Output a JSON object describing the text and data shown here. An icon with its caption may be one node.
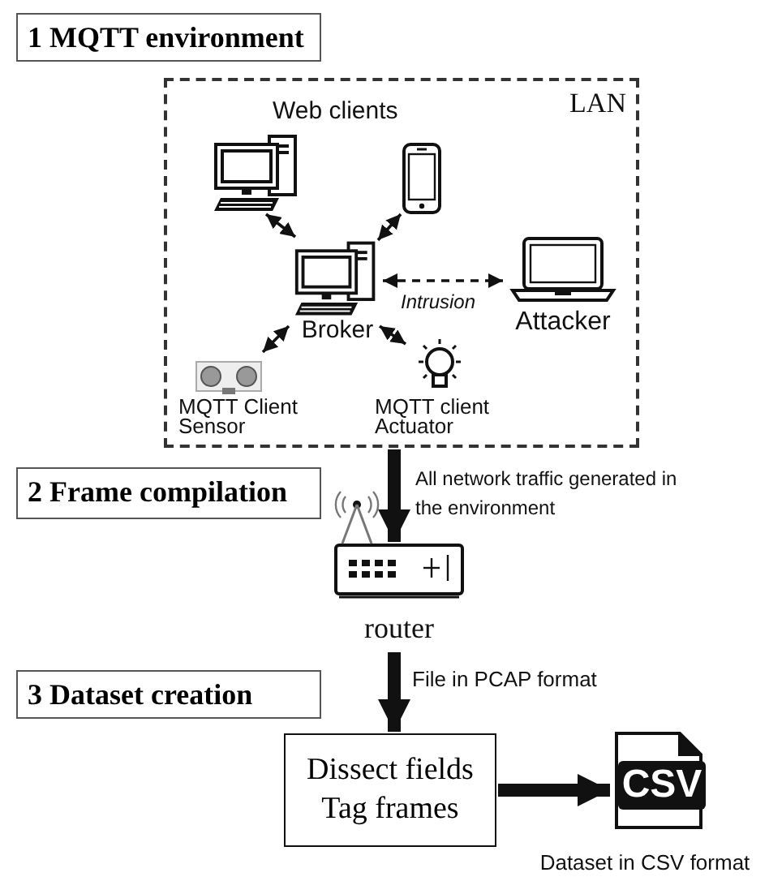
{
  "diagram": {
    "nodes": [
      {
        "text": [
          "1 MQTT environment"
        ]
      },
      {
        "text": [
          "LAN"
        ]
      },
      {
        "text": [],
        "shape": "picture",
        "in": 1
      },
      {
        "text": [],
        "shape": "picture",
        "in": 1
      },
      {
        "text": [
          "Broker"
        ],
        "in": 1
      },
      {
        "text": [
          "Attacker"
        ],
        "in": 1
      },
      {
        "text": [
          "MQTT Client Sensor"
        ],
        "in": 1
      },
      {
        "text": [
          "MQTT client Actuator"
        ],
        "in": 1
      },
      {
        "text": [
          "2 Frame compilation"
        ]
      },
      {
        "text": [
          "router"
        ]
      },
      {
        "text": [
          "3 Dataset creation"
        ]
      },
      {
        "text": [
          "Dissect fields",
          "Tag frames"
        ]
      },
      {
        "text": [
          "CSV"
        ],
        "beside": [
          "Dataset in CSV format"
        ]
      }
    ],
    "edges": [
      {
        "from": 2,
        "to": 4,
        "arrow": "both"
      },
      {
        "from": 3,
        "to": 4,
        "arrow": "both"
      },
      {
        "from": 4,
        "to": 5,
        "arrow": "both",
        "label": "Intrusion",
        "style": "dashed"
      },
      {
        "from": 4,
        "to": 6,
        "arrow": "both"
      },
      {
        "from": 4,
        "to": 7,
        "arrow": "both"
      },
      {
        "from": 1,
        "to": 9,
        "arrow": "to",
        "label": "All network traffic generated in the environment",
        "style": "thick"
      },
      {
        "from": 9,
        "to": 11,
        "arrow": "to",
        "label": "File in PCAP format",
        "style": "thick"
      },
      {
        "from": 11,
        "to": 12,
        "arrow": "to",
        "style": "thick"
      }
    ],
    "labels": [
      "Web clients"
    ]
  }
}
